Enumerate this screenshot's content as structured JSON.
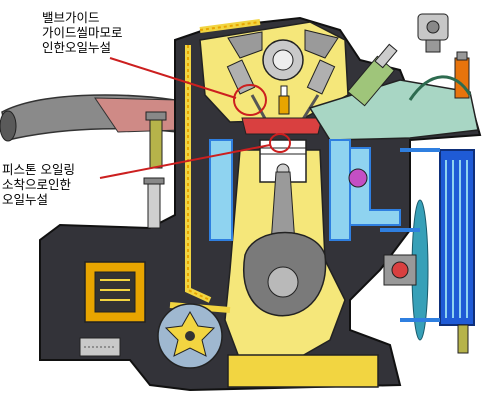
{
  "annotations": {
    "valve_guide": [
      "밸브가이드",
      "가이드씰마모로",
      "인한오일누설"
    ],
    "piston_ring": [
      "피스톤 오일링",
      "소착으로인한",
      "오일누설"
    ]
  },
  "colors": {
    "block": "#333339",
    "oil": "#f2d541",
    "oil_dark": "#e8a500",
    "crank_room": "#f5e77a",
    "coolant": "#2f7fe0",
    "coolant_light": "#8fd3f0",
    "arrow": "#cc1f1f",
    "manifold": "#a8d6c4",
    "exhaust": "#cf8a86"
  },
  "icons": [
    "spark-plug-icon",
    "oil-pump-icon",
    "radiator-fan-icon",
    "radiator-icon",
    "fuel-injector-icon"
  ]
}
